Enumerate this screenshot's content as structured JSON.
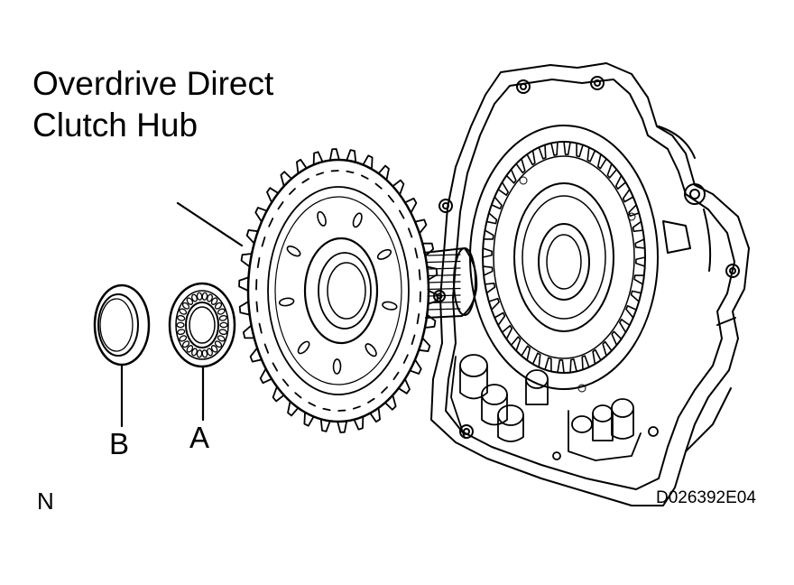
{
  "title_lines": [
    "Overdrive Direct",
    "Clutch Hub"
  ],
  "callouts": {
    "a": "A",
    "b": "B"
  },
  "orientation_mark": "N",
  "figure_code": "D026392E04",
  "colors": {
    "ink": "#000000",
    "background": "#ffffff"
  }
}
